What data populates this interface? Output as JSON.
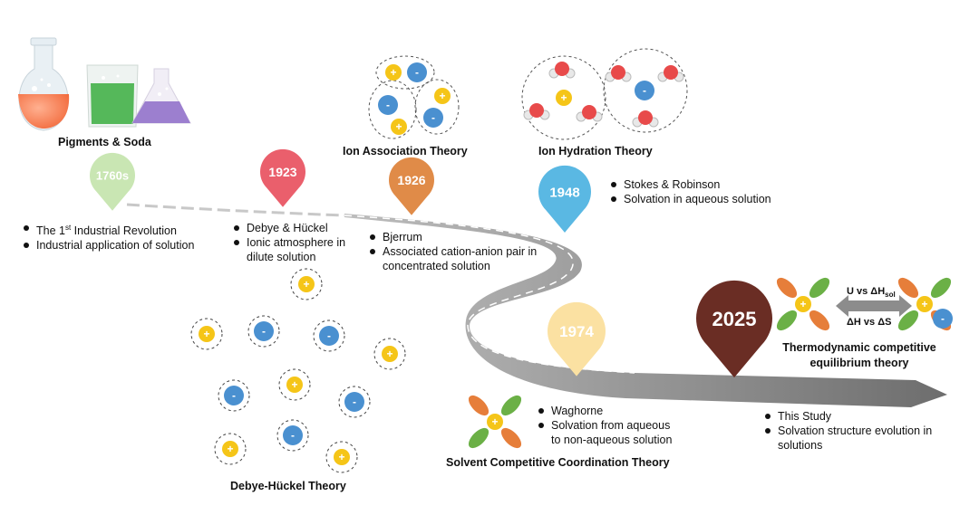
{
  "milestones": [
    {
      "year": "1760s",
      "color": "#c9e6b3",
      "title": "Pigments & Soda",
      "points": [
        "The 1st Industrial Revolution",
        "Industrial application of solution"
      ]
    },
    {
      "year": "1923",
      "color": "#ea5f6c",
      "title": "Debye-Hückel Theory",
      "points": [
        "Debye & Hückel",
        "Ionic atmosphere in dilute solution"
      ]
    },
    {
      "year": "1926",
      "color": "#e08b48",
      "title": "Ion Association Theory",
      "points": [
        "Bjerrum",
        "Associated cation-anion pair in concentrated solution"
      ]
    },
    {
      "year": "1948",
      "color": "#5ab8e3",
      "title": "Ion Hydration Theory",
      "points": [
        "Stokes & Robinson",
        "Solvation in aqueous solution"
      ]
    },
    {
      "year": "1974",
      "color": "#fbe1a2",
      "title": "Solvent Competitive Coordination Theory",
      "points": [
        "Waghorne",
        "Solvation from aqueous to non-aqueous solution"
      ]
    },
    {
      "year": "2025",
      "color": "#6a2d24",
      "title": "Thermodynamic competitive equilibrium theory",
      "points": [
        "This Study",
        "Solvation structure evolution in solutions"
      ]
    }
  ],
  "comparison": {
    "top_left": "U vs ΔH",
    "top_sub": "sol",
    "bottom": "ΔH vs ΔS"
  },
  "ions": {
    "cation": "+",
    "anion": "-"
  },
  "icons": [
    "flask-red-icon",
    "beaker-green-icon",
    "flask-purple-icon"
  ],
  "colors": {
    "cation": "#f5c518",
    "anion": "#4a90d0",
    "solvent_green": "#6bb046",
    "solvent_orange": "#e67e3a",
    "oxygen": "#e84a4a",
    "hydrogen": "#e8e8e8",
    "road": "#9a9a9a"
  }
}
